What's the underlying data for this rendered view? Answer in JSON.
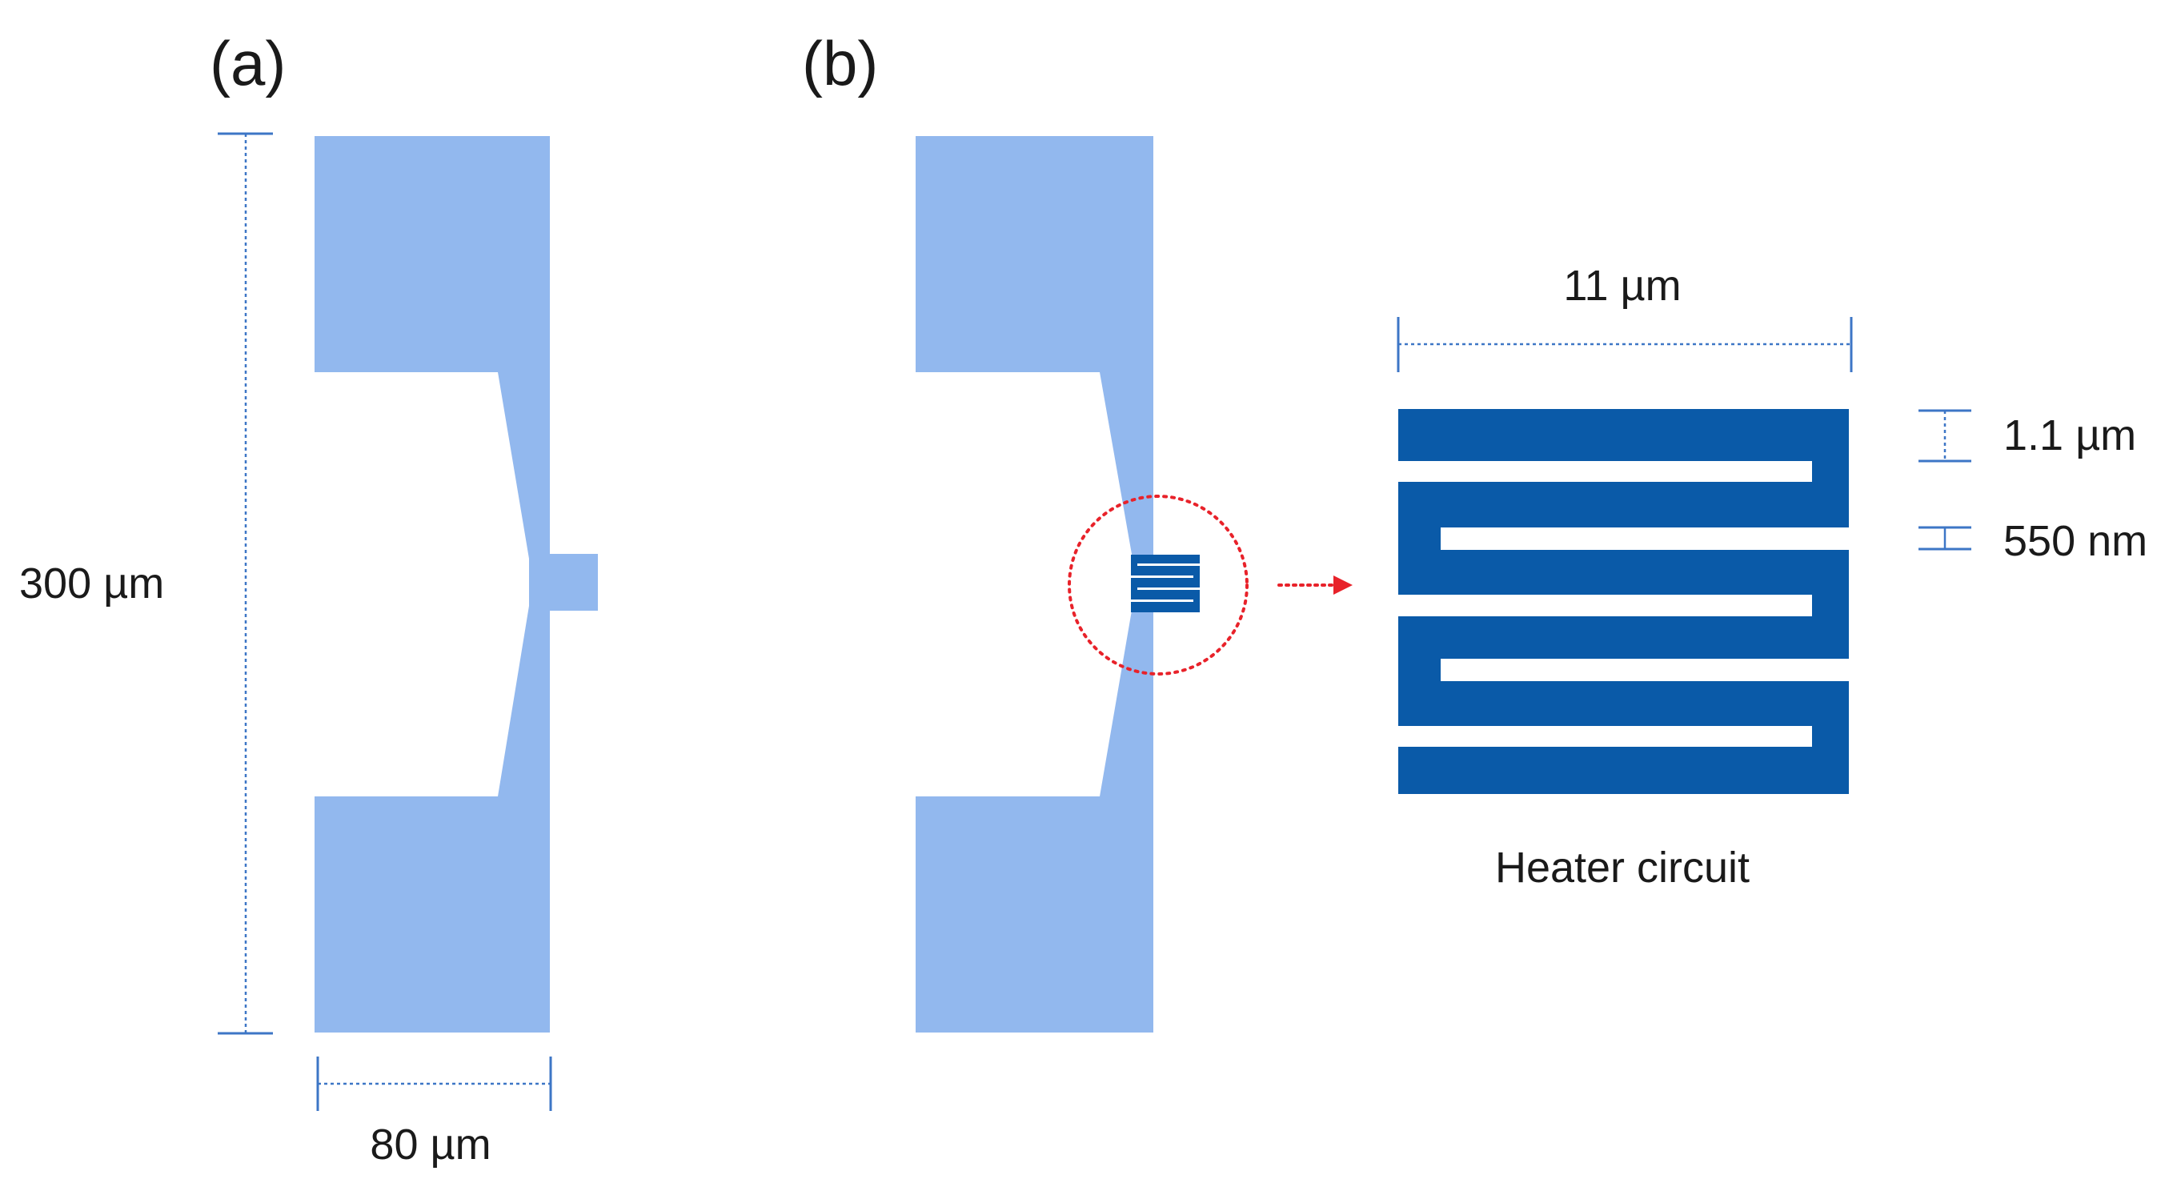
{
  "panels": {
    "a": {
      "label": "(a)"
    },
    "b": {
      "label": "(b)"
    }
  },
  "dimensions": {
    "height": "300 µm",
    "width": "80 µm",
    "heater_width": "11 µm",
    "line_width": "1.1 µm",
    "gap_width": "550 nm"
  },
  "caption": "Heater circuit",
  "colors": {
    "membrane": "#92b8ee",
    "heater": "#0a5aa8",
    "dimension_line": "#3d76c6",
    "highlight": "#e8222a",
    "text": "#1a1a1a"
  }
}
